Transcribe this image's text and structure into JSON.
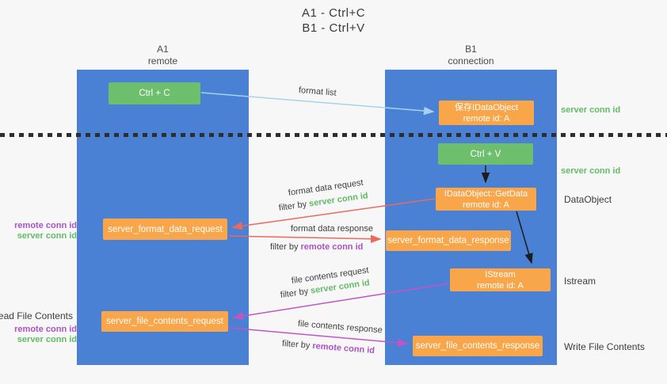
{
  "title": {
    "line1": "A1 - Ctrl+C",
    "line2": "B1 - Ctrl+V"
  },
  "columns": {
    "a1": {
      "name": "A1",
      "subtitle": "remote"
    },
    "b1": {
      "name": "B1",
      "subtitle": "connection"
    }
  },
  "nodes": {
    "ctrl_c": {
      "label": "Ctrl + C"
    },
    "save_idataobject": {
      "line1": "保存IDataObject",
      "line2": "remote id: A"
    },
    "ctrl_v": {
      "label": "Ctrl + V"
    },
    "idataobject_getdata": {
      "line1": "IDataObject::GetData",
      "line2": "remote id: A"
    },
    "istream": {
      "line1": "IStream",
      "line2": "remote id: A"
    },
    "server_format_data_request": {
      "label": "server_format_data_request"
    },
    "server_format_data_response": {
      "label": "server_format_data_response"
    },
    "server_file_contents_request": {
      "label": "server_file_contents_request"
    },
    "server_file_contents_response": {
      "label": "server_file_contents_response"
    }
  },
  "arrows": {
    "format_list": {
      "label": "format list"
    },
    "format_data_request": {
      "label": "format data request",
      "filter_prefix": "filter by ",
      "filter_key": "server conn id"
    },
    "format_data_response": {
      "label": "format data response",
      "filter_prefix": "filter by ",
      "filter_key": "remote conn id"
    },
    "file_contents_request": {
      "label": "file contents request",
      "filter_prefix": "filter by ",
      "filter_key": "server conn id"
    },
    "file_contents_response": {
      "label": "file contents response",
      "filter_prefix": "filter by ",
      "filter_key": "remote conn id"
    }
  },
  "annotations": {
    "left": {
      "format_remote_conn_id": "remote conn id",
      "format_server_conn_id": "server conn id",
      "read_file_contents": "Read File Contents",
      "file_remote_conn_id": "remote conn id",
      "file_server_conn_id": "server conn id"
    },
    "right": {
      "server_conn_id_top": "server conn id",
      "server_conn_id_mid": "server conn id",
      "dataobject": "DataObject",
      "istream": "Istream",
      "write_file_contents": "Write File Contents"
    }
  },
  "colors": {
    "background": "#f7f7f8",
    "column_blue": "#4a81d4",
    "box_green": "#6dbe6d",
    "box_orange": "#f9a64a",
    "arrow_blue": "#a6d2ee",
    "arrow_red": "#e96a5e",
    "arrow_magenta": "#c355c3",
    "arrow_black": "#1c1c1c",
    "text_green": "#63bb66",
    "text_purple": "#ab53c3",
    "text_dark": "#3c3c3c"
  }
}
